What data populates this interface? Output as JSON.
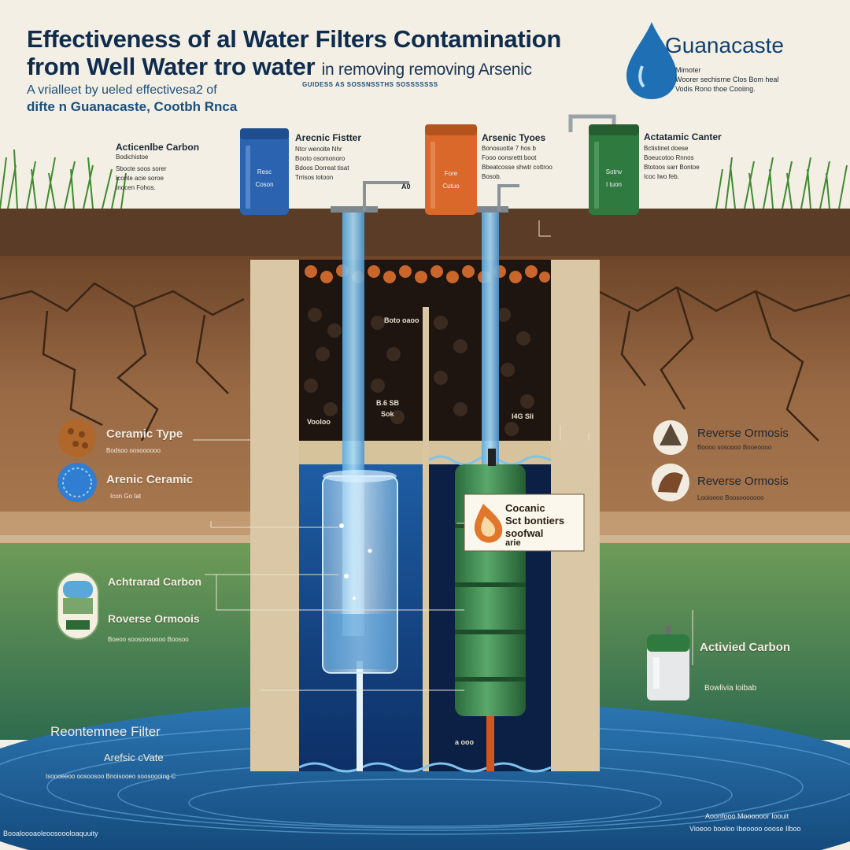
{
  "title": {
    "line1": "Effectiveness of al Water Filters Contamination",
    "line2_main": "from Well Water tro water",
    "line2_sub": "in removing removing Arsenic",
    "subtitle_line1": "A vrialleet by ueled effectivesa2 of",
    "subtitle_line2": "difte n Guanacaste, Cootbh Rnca",
    "tagline": "GUIDESS AS SOSSNSSTHS SOSSSSSSS"
  },
  "brand": {
    "name": "Guanacaste",
    "line1": "Mimoter",
    "line2": "Woorer  sechisrne Clos Bom heal",
    "line3": "Vodis Rono thoe Cooiing."
  },
  "top_filters": [
    {
      "name": "Acticenlbe Carbon",
      "desc": [
        "Bodichistoe",
        "Sbocte soos sorer",
        "Iconte acie soroe",
        "Inocen Fohos."
      ],
      "tank_text": [
        "Resc",
        "Coson"
      ],
      "color": "#2b63b0"
    },
    {
      "name": "Arecnic Fistter",
      "desc": [
        "Ntcr wenolte Nhr",
        "Booto osomonoro",
        "Bdoos Dorreat tisat",
        "Trrisos lotoon"
      ],
      "tank_text": [
        "Fore",
        "Cutuo"
      ],
      "color": "#d9682a"
    },
    {
      "name": "Arsenic Tyoes",
      "desc": [
        "Bonosuotte 7 hos b",
        "Fooo oonsrettt boot",
        "Bbeatcosse shwtr cottroo",
        "Bosob."
      ],
      "tank_text": [
        "Sotnv",
        "I tuon"
      ],
      "color": "#2f7a3f"
    },
    {
      "name": "Actatamic Canter",
      "desc": [
        "Bctistinet doese",
        "Boeucotoo Rnnos",
        "Btotoos sarr Bontoe",
        "Icoc Iwo feb."
      ],
      "tank_text": [
        "",
        ""
      ],
      "color": "#2f7a3f"
    }
  ],
  "well_marks": {
    "mark1": "Boto oaoo",
    "mark2": "B.6 SB",
    "mark2b": "Sok",
    "mark3": "Vooloo",
    "mark4": "I4G Sli",
    "mark5": "a ooo",
    "pipe_tag": "A0"
  },
  "left_labels": [
    {
      "title": "Ceramic Type",
      "desc": "Bodsoo oosoooooo"
    },
    {
      "title": "Arenic Ceramic",
      "desc": "Icon Go tat"
    },
    {
      "title": "Achtrarad Carbon",
      "desc": ""
    },
    {
      "title": "Roverse Ormoois",
      "desc": "Boeoo soosooooooo Boosoo"
    }
  ],
  "right_labels": [
    {
      "title": "Reverse Ormosis",
      "desc": "Boooo sosoooo Booeoooo"
    },
    {
      "title": "Reverse Ormosis",
      "desc": "Looioooo Boosooooooo"
    },
    {
      "title": "Activied Carbon",
      "desc": "Bowlivia loibab"
    }
  ],
  "callout": {
    "line1": "Cocanic",
    "line2": "Sct bontiers",
    "line3": "soofwal",
    "line4": "arie"
  },
  "bottom_left": {
    "title": "Reontemnee Filter",
    "sub": "Arefsic cVate",
    "desc": "Isoooeeoo oosoosoo Bnoisooeo soosoooing C",
    "foot": "Booaloooaoleoosoooloaquuity"
  },
  "bottom_right": {
    "line1": "Aoonfooo Moooooor Ioouit",
    "line2": "Vioeoo booloo Ibeoooo ooose Ilboo"
  },
  "colors": {
    "sky": "#f3efe4",
    "soil": "#8a5a37",
    "water": "#1f6aa8",
    "navy": "#0f2c4d",
    "grass": "#4f8f3b",
    "orange": "#d9682a"
  }
}
